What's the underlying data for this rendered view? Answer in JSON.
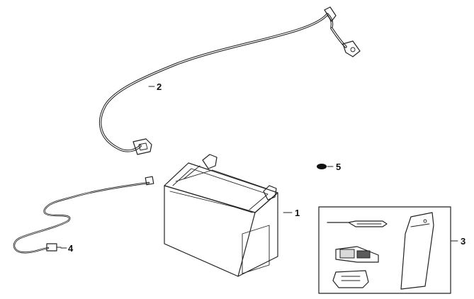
{
  "callouts": {
    "battery": "1",
    "main_cable": "2",
    "tool_kit": "3",
    "sub_harness": "4",
    "small_part": "5"
  }
}
